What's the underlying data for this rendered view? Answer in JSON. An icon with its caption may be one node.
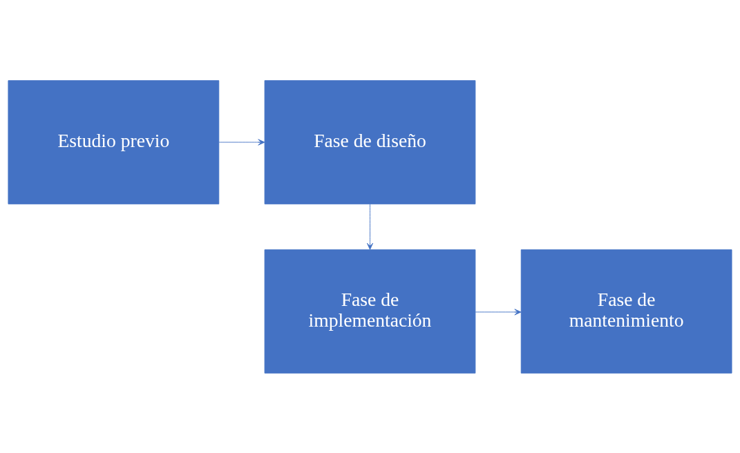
{
  "diagram": {
    "nodes": [
      {
        "text": [
          "Estudio previo"
        ]
      },
      {
        "text": [
          "Fase de diseño"
        ]
      },
      {
        "text": [
          "Fase de implementación"
        ]
      },
      {
        "text": [
          "Fase de mantenimiento"
        ]
      }
    ],
    "edges": [
      {
        "from": 0,
        "to": 1,
        "arrow": "to"
      },
      {
        "from": 1,
        "to": 2,
        "arrow": "to"
      },
      {
        "from": 2,
        "to": 3,
        "arrow": "to"
      }
    ]
  }
}
